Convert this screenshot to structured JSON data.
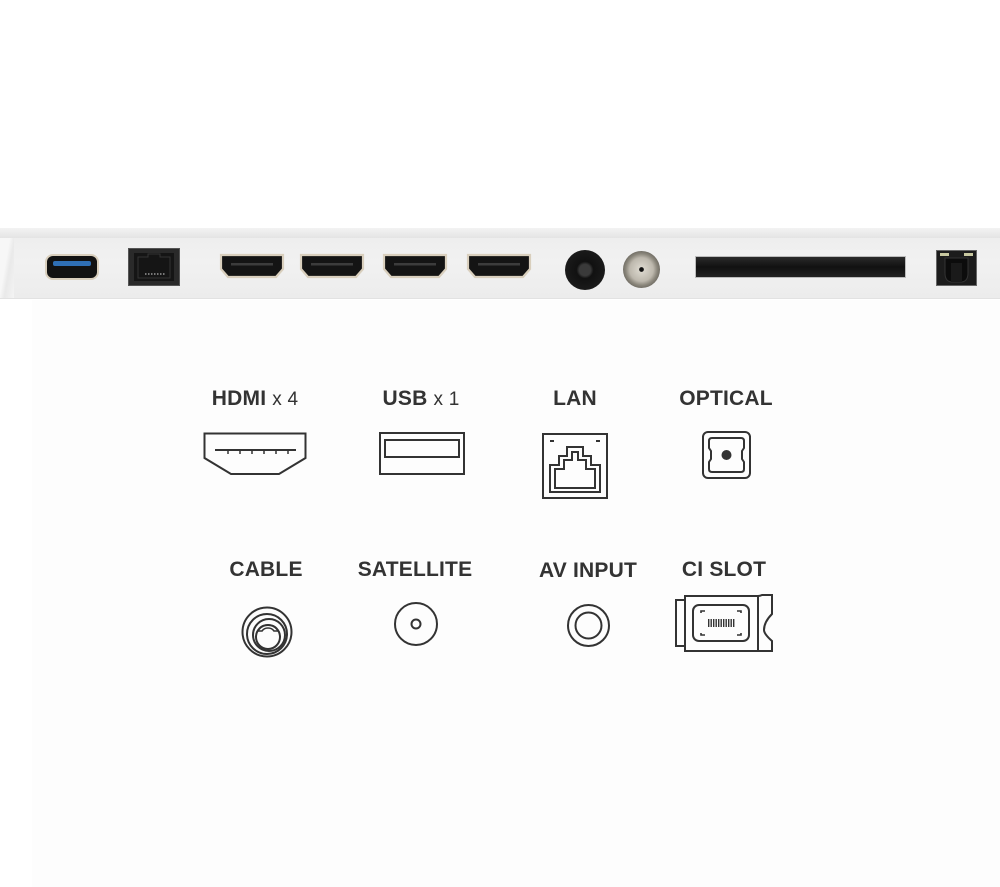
{
  "panel": {
    "ports": [
      {
        "name": "usb",
        "accent": "#2f6fb5"
      },
      {
        "name": "lan"
      },
      {
        "name": "hdmi-1"
      },
      {
        "name": "hdmi-2"
      },
      {
        "name": "hdmi-3"
      },
      {
        "name": "hdmi-4"
      },
      {
        "name": "av-input"
      },
      {
        "name": "satellite"
      },
      {
        "name": "ci-slot"
      },
      {
        "name": "optical"
      }
    ]
  },
  "legend": {
    "row1": [
      {
        "label": "HDMI",
        "count": "x 4",
        "icon": "hdmi-icon"
      },
      {
        "label": "USB",
        "count": "x 1",
        "icon": "usb-icon"
      },
      {
        "label": "LAN",
        "icon": "lan-icon"
      },
      {
        "label": "OPTICAL",
        "icon": "optical-icon"
      }
    ],
    "row2": [
      {
        "label": "CABLE",
        "icon": "cable-icon"
      },
      {
        "label": "SATELLITE",
        "icon": "satellite-icon"
      },
      {
        "label": "AV INPUT",
        "icon": "av-input-icon"
      },
      {
        "label": "CI SLOT",
        "icon": "ci-slot-icon"
      }
    ]
  }
}
